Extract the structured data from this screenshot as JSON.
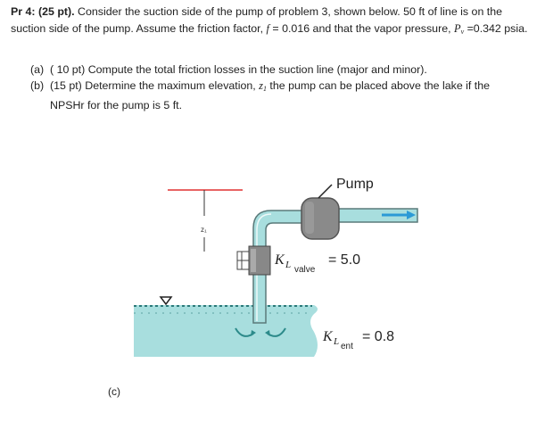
{
  "problem": {
    "header": "Pr 4: (25 pt).",
    "intro_1": " Consider the suction side of the pump of problem 3, shown below. 50 ft of line is on the suction side of the pump. Assume the friction factor, ",
    "f_symbol": "f",
    "f_value": " = 0.016",
    "intro_2": " and that the vapor pressure, ",
    "pv_symbol": "P",
    "pv_sub": "v",
    "pv_value": " =0.342 psia."
  },
  "parts": [
    {
      "label": "(a)",
      "text": "( 10 pt) Compute the total friction losses in the suction line (major and minor)."
    },
    {
      "label": "(b)",
      "text_1": "(15 pt) Determine the maximum elevation, ",
      "z_symbol": "z",
      "z_sub": "1",
      "text_2": " the pump can be placed above the lake if the",
      "text_3": "NPSHr for the pump is 5 ft."
    }
  ],
  "figure": {
    "pump_label": "Pump",
    "z1_label": "z₁",
    "kvalve_symbol": "K",
    "kvalve_sub1": "L",
    "kvalve_sub2": "valve",
    "kvalve_value": "= 5.0",
    "kent_symbol": "K",
    "kent_sub1": "L",
    "kent_sub2": "ent",
    "kent_value": "= 0.8",
    "caption": "(c)",
    "colors": {
      "water": "#a8dede",
      "pipe": "#a8dede",
      "pipe_outline": "#5a7a7a",
      "pump": "#8a8a8a",
      "reference_line": "#e03030",
      "flow_arrow": "#2b9ad6"
    }
  }
}
